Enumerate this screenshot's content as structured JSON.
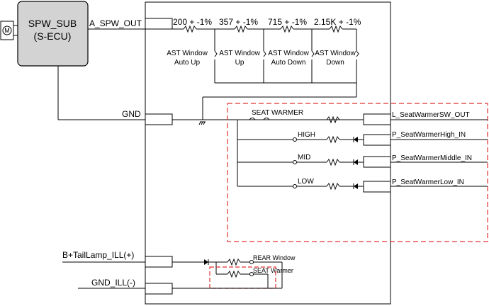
{
  "ecu": {
    "name": "SPW_SUB",
    "sub": "(S-ECU)"
  },
  "pins": {
    "a_spw_out": "A_SPW_OUT",
    "gnd": "GND",
    "b_taillamp": "B+TailLamp_ILL(+)",
    "gnd_ill": "GND_ILL(-)"
  },
  "resistors": [
    "200 + -1%",
    "357 + -1%",
    "715 + -1%",
    "2.15K + -1%"
  ],
  "switches": [
    {
      "line1": "AST Window",
      "line2": "Auto Up"
    },
    {
      "line1": "AST Window",
      "line2": "Up"
    },
    {
      "line1": "AST Window",
      "line2": "Auto Down"
    },
    {
      "line1": "AST Window",
      "line2": "Down"
    }
  ],
  "seat_warmer": {
    "title": "SEAT WARMER",
    "levels": [
      "HIGH",
      "MID",
      "LOW"
    ],
    "outputs": [
      "L_SeatWarmerSW_OUT",
      "P_SeatWarmerHigh_IN",
      "P_SeatWarmerMiddle_IN",
      "P_SeatWarmerLow_IN"
    ]
  },
  "illumination": {
    "rear_window": "REAR Window",
    "seat_warmer": "SEAT Warmer"
  },
  "colors": {
    "ecu_fill": "#d3d3d3",
    "dashed_red": "#e03030",
    "line": "#000000"
  }
}
